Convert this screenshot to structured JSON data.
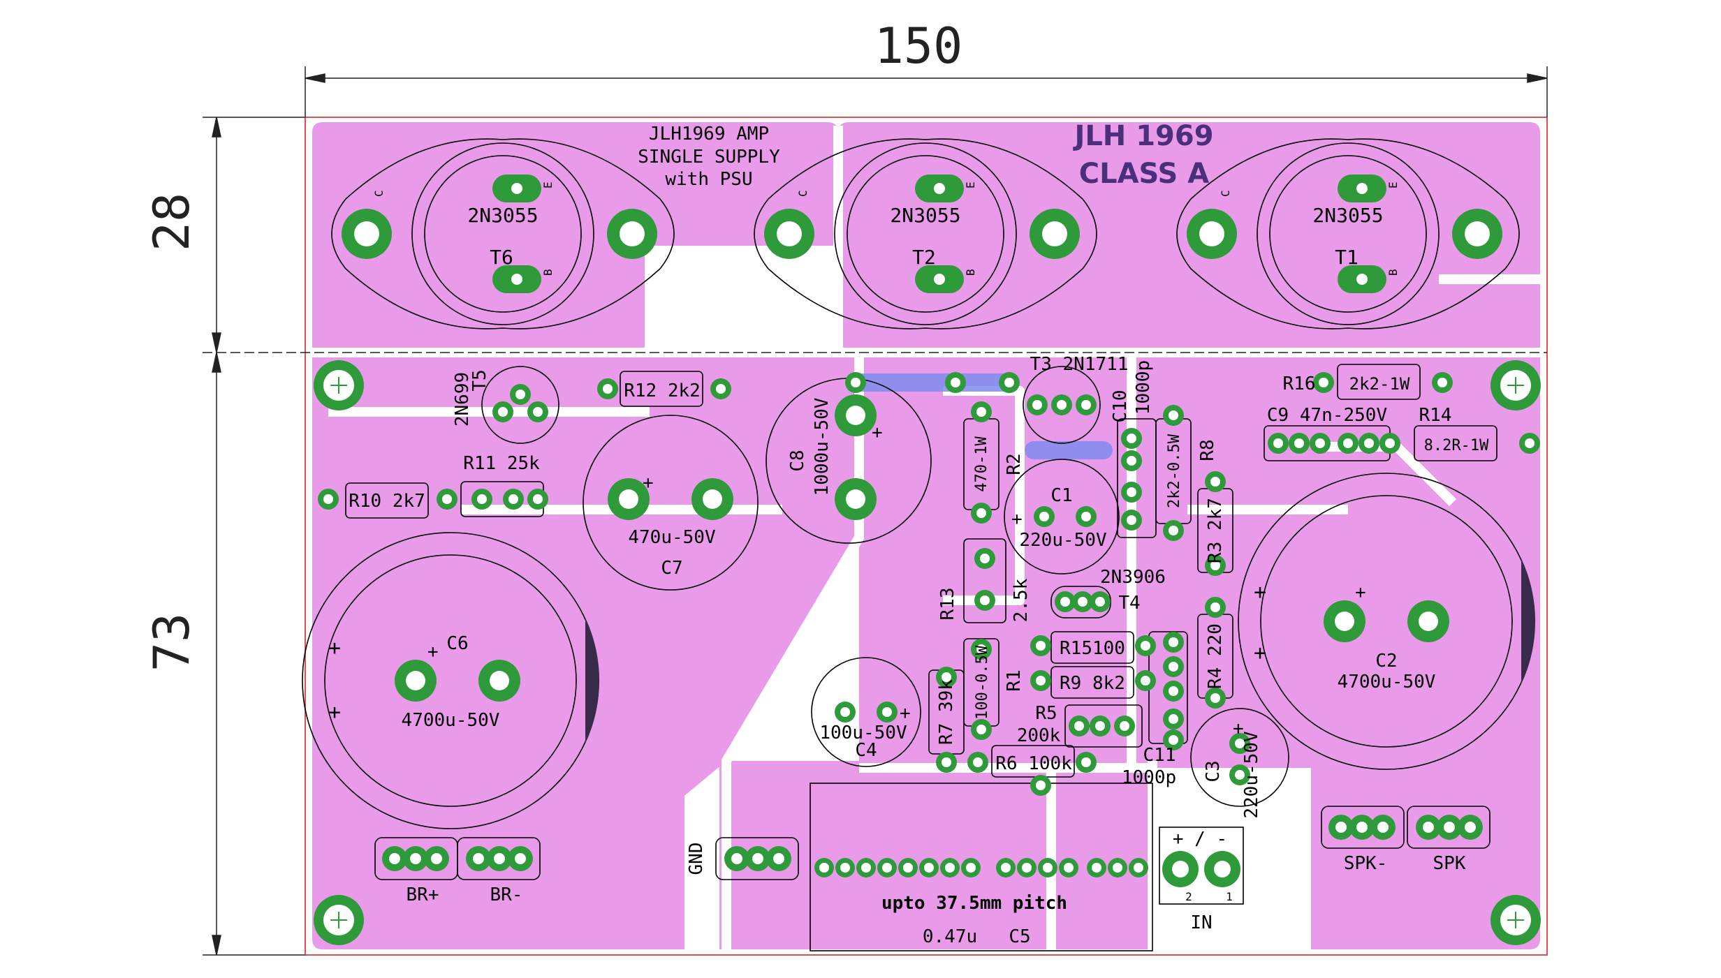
{
  "dimensions": {
    "width": "150",
    "height_top": "28",
    "height_bottom": "73"
  },
  "board": {
    "title_line1": "JLH1969 AMP",
    "title_line2": "SINGLE SUPPLY",
    "title_line3": "with PSU",
    "heading_line1": "JLH 1969",
    "heading_line2": "CLASS A"
  },
  "colors": {
    "copper": "#e99be9",
    "pad": "#2e9a3a",
    "edge": "#e05050",
    "via_trace": "#7f8cf0"
  },
  "components": {
    "t6_type": "2N3055",
    "t6_ref": "T6",
    "t2_type": "2N3055",
    "t2_ref": "T2",
    "t1_type": "2N3055",
    "t1_ref": "T1",
    "t5_type": "2N699",
    "t5_ref": "T5",
    "t3_label": "T3 2N1711",
    "r12": "R12 2k2",
    "r11": "R11 25k",
    "r10": "R10 2k7",
    "c7_value": "470u-50V",
    "c7_ref": "C7",
    "c8_ref": "C8",
    "c8_value": "1000u-50V",
    "r2_ref": "R2",
    "r2_value": "470-1W",
    "c1_ref": "C1",
    "c1_value": "220u-50V",
    "c10_ref": "C10",
    "c10_value": "1000p",
    "r8_ref": "R8",
    "r8_value": "2k2-0.5W",
    "r16": "R16",
    "r16_value": "2k2-1W",
    "c9": "C9 47n-250V",
    "r14": "R14",
    "r14_value": "8.2R-1W",
    "r3": "R3 2k7",
    "r4": "R4 220",
    "c2_ref": "C2",
    "c2_value": "4700u-50V",
    "c6_ref": "C6",
    "c6_value": "4700u-50V",
    "r13_ref": "R13",
    "r13_value": "2.5k",
    "t4_type": "2N3906",
    "t4_ref": "T4",
    "r15": "R15100",
    "r9": "R9 8k2",
    "r1_ref": "R1",
    "r1_value": "100-0.5W",
    "r7": "R7 39k",
    "c4_value": "100u-50V",
    "c4_ref": "C4",
    "r5_ref": "R5",
    "r5_value": "200k",
    "r6": "R6 100k",
    "c11_ref": "C11",
    "c11_value": "1000p",
    "c3_ref": "C3",
    "c3_value": "220u-50V",
    "c5_note": "upto 37.5mm pitch",
    "c5_value": "0.47u",
    "c5_ref": "C5"
  },
  "connectors": {
    "br_plus": "BR+",
    "br_minus": "BR-",
    "gnd": "GND",
    "spk_minus": "SPK-",
    "spk": "SPK",
    "in": "IN",
    "in_polarity": "+ / -",
    "in_pin2": "2",
    "in_pin1": "1"
  },
  "pin_marks": {
    "c": "C",
    "b": "B",
    "e": "E",
    "plus": "+"
  }
}
